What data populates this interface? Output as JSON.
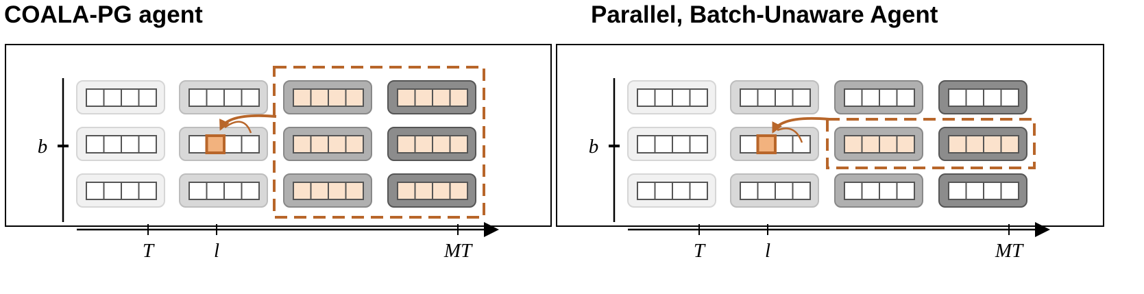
{
  "panels": [
    {
      "title": "COALA-PG agent",
      "axis": {
        "y_label": "b",
        "x_ticks": [
          "T",
          "l",
          "MT"
        ]
      },
      "highlight": "all rows of columns 3-4",
      "selected_cell": "row 2, column 2, slot 2"
    },
    {
      "title": "Parallel, Batch-Unaware Agent",
      "axis": {
        "y_label": "b",
        "x_ticks": [
          "T",
          "l",
          "MT"
        ]
      },
      "highlight": "row 2 of columns 3-4",
      "selected_cell": "row 2, column 2, slot 2"
    }
  ],
  "colors": {
    "accent": "#b8662a",
    "selected_fill": "#f2b27e",
    "highlight_fill": "#fbe2cc",
    "column_shades": [
      "#f1f1f1",
      "#d8d8d8",
      "#b0b0b0",
      "#8c8c8c"
    ],
    "cell_stroke": "#555555"
  }
}
